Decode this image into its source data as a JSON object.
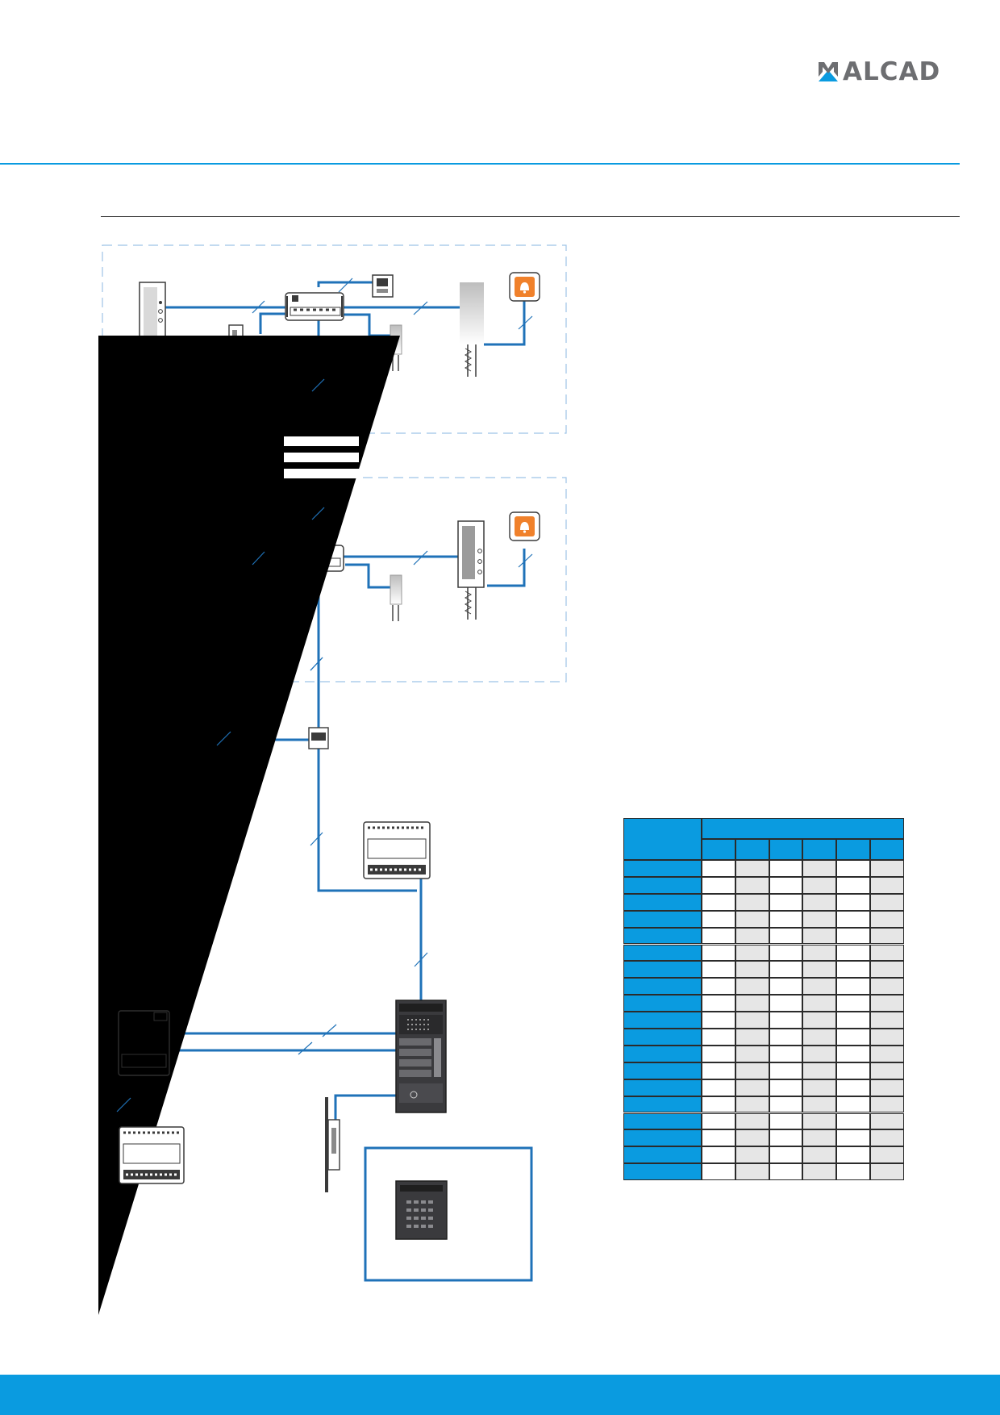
{
  "brand": {
    "name": "ALCAD",
    "logo_icon": "alcad-logo-icon"
  },
  "colors": {
    "accent": "#0a9be0",
    "wire": "#1f72b8",
    "brand_gray": "#6d6e71",
    "table_fill": "#0a9be0",
    "table_shade": "#e6e6e6",
    "alert_orange": "#f0812b",
    "panel_dark": "#3a3a3d",
    "dashed_border": "#9ec3e6",
    "black_wedge": "#000000"
  },
  "diagram": {
    "zones": [
      "dwelling-zone-top",
      "dwelling-zone-middle"
    ],
    "devices": [
      "wall-monitor-icon",
      "distributor-box-icon",
      "door-terminal-icon",
      "handset-phone-icon",
      "slim-handset-icon",
      "alarm-bell-icon",
      "large-handset-icon",
      "floor-distributor-icon",
      "power-supply-icon",
      "entrance-panel-icon",
      "access-controller-icon",
      "door-lock-icon",
      "keypad-module-icon"
    ]
  },
  "table": {
    "header_rows": 2,
    "body_rows": 19,
    "value_columns": 6
  }
}
